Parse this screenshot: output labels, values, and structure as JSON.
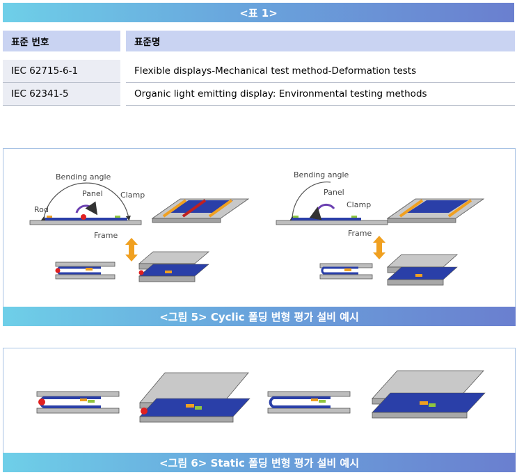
{
  "table_title": "<표 1>",
  "table": {
    "headers": [
      "표준 번호",
      "표준명"
    ],
    "rows": [
      [
        "IEC 62715-6-1",
        "Flexible displays-Mechanical test method-Deformation tests"
      ],
      [
        "IEC 62341-5",
        "Organic light emitting display: Environmental testing methods"
      ]
    ]
  },
  "figure5": {
    "caption": "<그림 5> Cyclic 폴딩 변형 평가 설비 예시",
    "left_labels": {
      "bending_angle": "Bending angle",
      "panel": "Panel",
      "clamp": "Clamp",
      "rod": "Rod",
      "frame": "Frame"
    },
    "right_labels": {
      "bending_angle": "Bending angle",
      "panel": "Panel",
      "clamp": "Clamp",
      "frame": "Frame"
    }
  },
  "figure6": {
    "caption": "<그림 6> Static 폴딩 변형 평가 설비 예시"
  },
  "colors": {
    "banner_start": "#6ecfe8",
    "banner_end": "#6a7fcf",
    "header_bg": "#c9d3f2",
    "panel_blue": "#2a3fa8",
    "rod_red": "#e02020",
    "arrow_orange": "#f0a020",
    "arrow_purple": "#6a3fb0"
  }
}
